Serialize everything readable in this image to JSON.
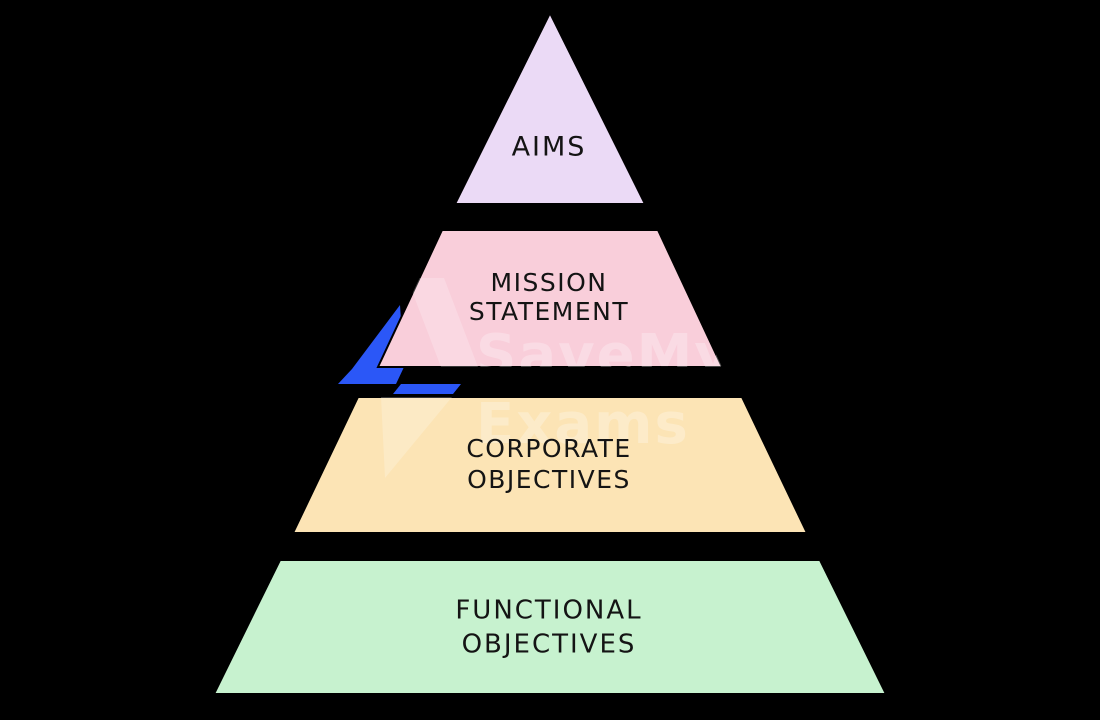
{
  "background_color": "#000000",
  "diagram": {
    "type": "pyramid-hierarchy",
    "text_color": "#141414",
    "levels": [
      {
        "id": "aims",
        "label_lines": [
          "AIMS"
        ],
        "color": "#EBDAF6"
      },
      {
        "id": "mission-statement",
        "label_lines": [
          "MISSION",
          "STATEMENT"
        ],
        "color": "#F9CEDA"
      },
      {
        "id": "corporate-objectives",
        "label_lines": [
          "CORPORATE",
          "OBJECTIVES"
        ],
        "color": "#FCE4B5"
      },
      {
        "id": "functional-objectives",
        "label_lines": [
          "FUNCTIONAL",
          "OBJECTIVES"
        ],
        "color": "#C7F2CF"
      }
    ]
  },
  "watermark": {
    "line1": "SaveMy",
    "line2": "Exams",
    "text_color": "#FFFFFF",
    "bolt_color": "#2B57F7"
  }
}
